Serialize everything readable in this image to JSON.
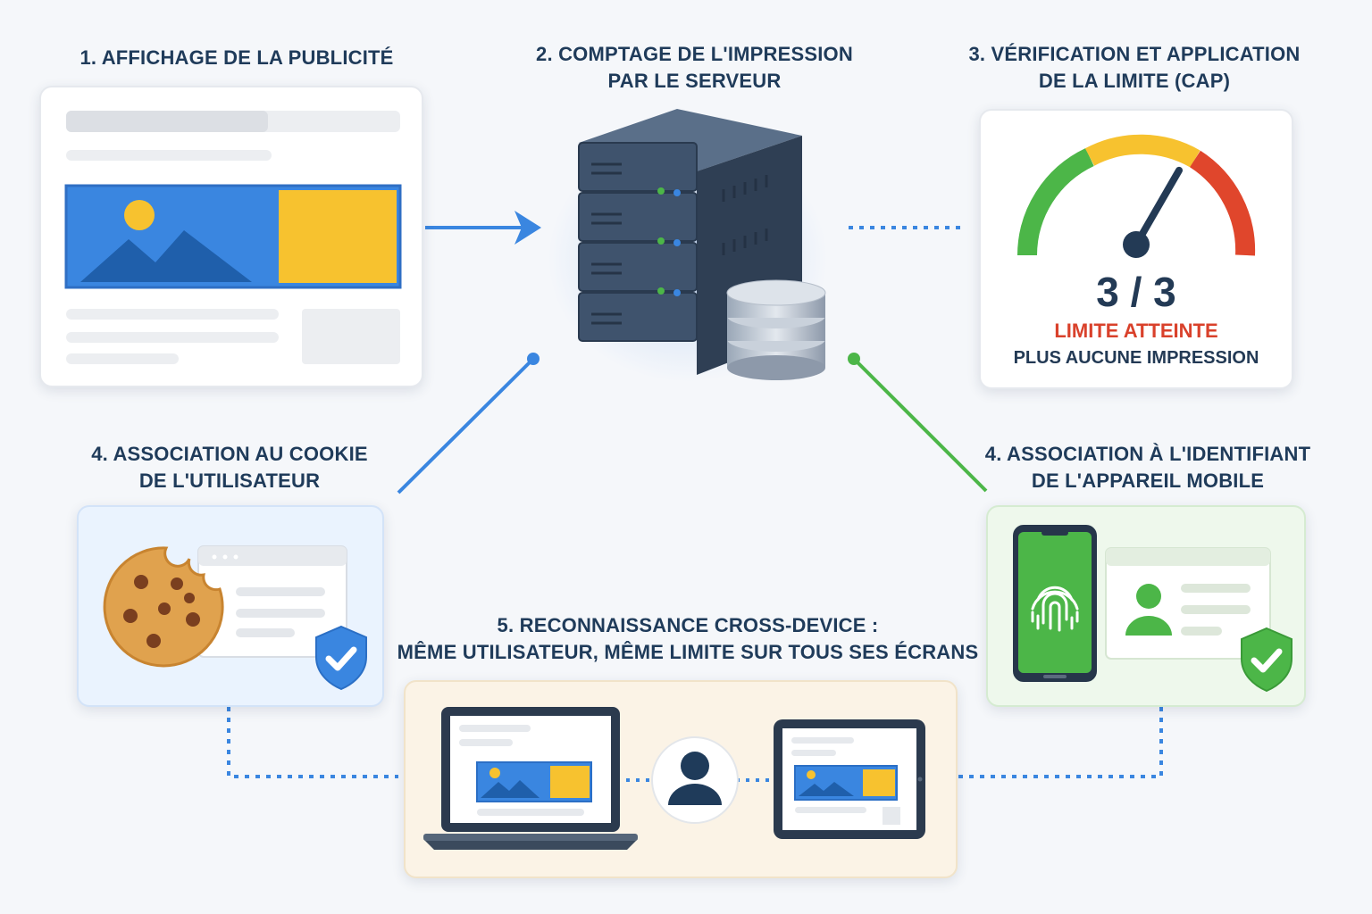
{
  "steps": {
    "s1": {
      "title": "1. AFFICHAGE DE LA PUBLICITÉ"
    },
    "s2": {
      "line1": "2. COMPTAGE DE L'IMPRESSION",
      "line2": "PAR LE SERVEUR"
    },
    "s3": {
      "line1": "3. VÉRIFICATION ET APPLICATION",
      "line2": "DE LA LIMITE (CAP)"
    },
    "s4a": {
      "line1": "4. ASSOCIATION AU COOKIE",
      "line2": "DE L'UTILISATEUR"
    },
    "s4b": {
      "line1": "4. ASSOCIATION À L'IDENTIFIANT",
      "line2": "DE L'APPAREIL MOBILE"
    },
    "s5": {
      "line1": "5. RECONNAISSANCE CROSS-DEVICE :",
      "line2": "MÊME UTILISATEUR, MÊME LIMITE SUR TOUS SES ÉCRANS"
    }
  },
  "gauge": {
    "count": "3 / 3",
    "status": "LIMITE ATTEINTE",
    "note": "PLUS AUCUNE IMPRESSION",
    "level": 1.0
  },
  "colors": {
    "title": "#1f3b5a",
    "blue": "#3a86e0",
    "green": "#4cb648",
    "red": "#d9412b",
    "yellow": "#f7c22f",
    "server": "#3b4f67"
  },
  "icons": [
    "browser-ad-icon",
    "server-icon",
    "database-icon",
    "gauge-icon",
    "cookie-icon",
    "shield-check-icon",
    "smartphone-fingerprint-icon",
    "user-profile-icon",
    "laptop-icon",
    "tablet-icon",
    "user-icon"
  ]
}
